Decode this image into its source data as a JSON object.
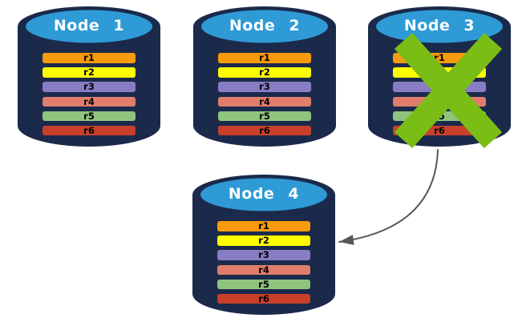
{
  "diagram": {
    "nodes": [
      {
        "label": "Node 1",
        "failed": false
      },
      {
        "label": "Node 2",
        "failed": false
      },
      {
        "label": "Node 3",
        "failed": true
      },
      {
        "label": "Node 4",
        "failed": false
      }
    ],
    "rows": [
      {
        "label": "r1",
        "color": "#F79A0B"
      },
      {
        "label": "r2",
        "color": "#FDFD00"
      },
      {
        "label": "r3",
        "color": "#887CC2"
      },
      {
        "label": "r4",
        "color": "#E07E6B"
      },
      {
        "label": "r5",
        "color": "#8FC47E"
      },
      {
        "label": "r6",
        "color": "#C8402A"
      }
    ],
    "colors": {
      "cylinder_body": "#1B2A4B",
      "cylinder_top": "#2E9AD6",
      "failure_x": "#7ABD15",
      "arrow": "#575757",
      "row_text": "#000000",
      "node_label_text": "#FFFFFF"
    }
  }
}
